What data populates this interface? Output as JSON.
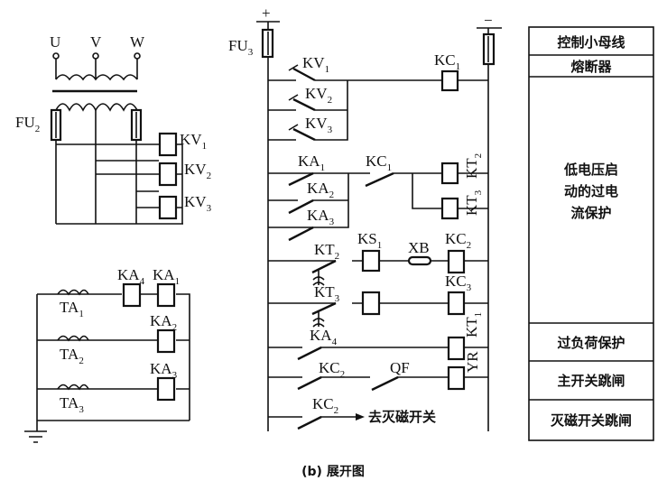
{
  "caption": "(b) 展开图",
  "left_top": {
    "phases": [
      "U",
      "V",
      "W"
    ],
    "fuse": {
      "base": "FU",
      "sub": "2"
    },
    "relays": [
      {
        "base": "KV",
        "sub": "1"
      },
      {
        "base": "KV",
        "sub": "2"
      },
      {
        "base": "KV",
        "sub": "3"
      }
    ]
  },
  "left_bottom": {
    "ct": [
      {
        "base": "TA",
        "sub": "1"
      },
      {
        "base": "TA",
        "sub": "2"
      },
      {
        "base": "TA",
        "sub": "3"
      }
    ],
    "relays": [
      {
        "base": "KA",
        "sub": "4"
      },
      {
        "base": "KA",
        "sub": "1"
      },
      {
        "base": "KA",
        "sub": "2"
      },
      {
        "base": "KA",
        "sub": "3"
      }
    ]
  },
  "middle": {
    "plus": "+",
    "minus": "−",
    "fuse": {
      "base": "FU",
      "sub": "3"
    },
    "contacts": {
      "kv1": {
        "base": "KV",
        "sub": "1"
      },
      "kv2": {
        "base": "KV",
        "sub": "2"
      },
      "kv3": {
        "base": "KV",
        "sub": "3"
      },
      "ka1": {
        "base": "KA",
        "sub": "1"
      },
      "ka2": {
        "base": "KA",
        "sub": "2"
      },
      "ka3": {
        "base": "KA",
        "sub": "3"
      },
      "kc1b": {
        "base": "KC",
        "sub": "1"
      },
      "kt2": {
        "base": "KT",
        "sub": "2"
      },
      "kt3": {
        "base": "KT",
        "sub": "3"
      },
      "ka4": {
        "base": "KA",
        "sub": "4"
      },
      "kc2a": {
        "base": "KC",
        "sub": "2"
      },
      "qf": {
        "base": "QF",
        "sub": ""
      },
      "kc2b": {
        "base": "KC",
        "sub": "2"
      }
    },
    "coils": {
      "kc1": {
        "base": "KC",
        "sub": "1"
      },
      "ks1": {
        "base": "KS",
        "sub": "1"
      },
      "xb": {
        "base": "XB",
        "sub": ""
      },
      "kc2": {
        "base": "KC",
        "sub": "2"
      },
      "kc3": {
        "base": "KC",
        "sub": "3"
      }
    },
    "vertical_labels": {
      "kt2": {
        "base": "KT",
        "sub": "2"
      },
      "kt3": {
        "base": "KT",
        "sub": "3"
      },
      "kt1": {
        "base": "KT",
        "sub": "1"
      },
      "yr": {
        "base": "YR",
        "sub": ""
      }
    },
    "to_field_switch": "去灭磁开关"
  },
  "legend_table": {
    "rows": [
      {
        "label": "控制小母线"
      },
      {
        "label": "熔断器"
      },
      {
        "label": "低电压启\n动的过电\n流保护",
        "lines": [
          "低电压启",
          "动的过电",
          "流保护"
        ]
      },
      {
        "label": "过负荷保护"
      },
      {
        "label": "主开关跳闸"
      },
      {
        "label": "灭磁开关跳闸"
      }
    ]
  }
}
